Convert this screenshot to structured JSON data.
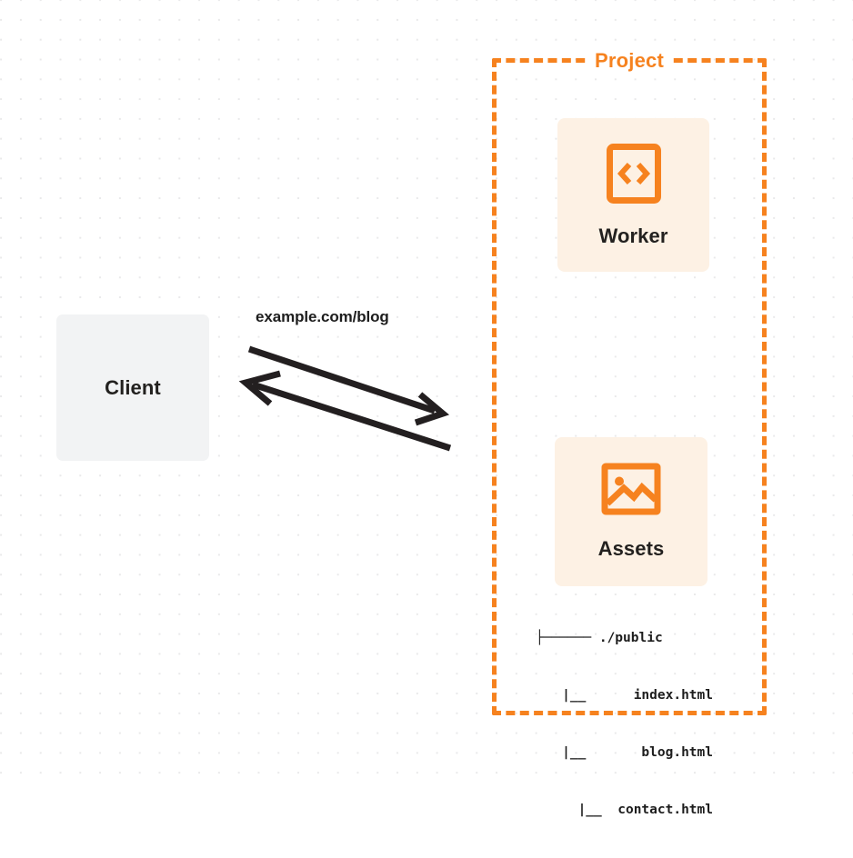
{
  "diagram": {
    "title": "Cloudflare Worker with static assets request flow",
    "background": {
      "color": "#ffffff",
      "dot_color": "#e9e9ea"
    },
    "colors": {
      "accent_orange": "#f6821f",
      "card_background": "#fdf1e4",
      "client_background": "#f2f3f4",
      "text_dark": "#23211f",
      "arrow": "#231f20"
    },
    "client": {
      "label": "Client",
      "name": "client-node"
    },
    "connection": {
      "label": "example.com/blog",
      "arrows": [
        {
          "name": "request-arrow",
          "direction": "client-to-project"
        },
        {
          "name": "response-arrow",
          "direction": "project-to-client"
        }
      ]
    },
    "project": {
      "title": "Project",
      "border_style": "dashed",
      "nodes": [
        {
          "name": "worker-node",
          "label": "Worker",
          "icon": "code-brackets-icon"
        },
        {
          "name": "assets-node",
          "label": "Assets",
          "icon": "image-icon"
        }
      ],
      "file_tree": {
        "rows": [
          {
            "prefix": "├─────",
            "label": "./public"
          },
          {
            "prefix": "|__",
            "label": "index.html"
          },
          {
            "prefix": "|__",
            "label": "blog.html"
          },
          {
            "prefix": "|__",
            "label": "contact.html"
          }
        ],
        "lines": [
          "├────── ./public",
          "   |__      index.html",
          "   |__       blog.html",
          "   |__  contact.html"
        ]
      }
    }
  }
}
